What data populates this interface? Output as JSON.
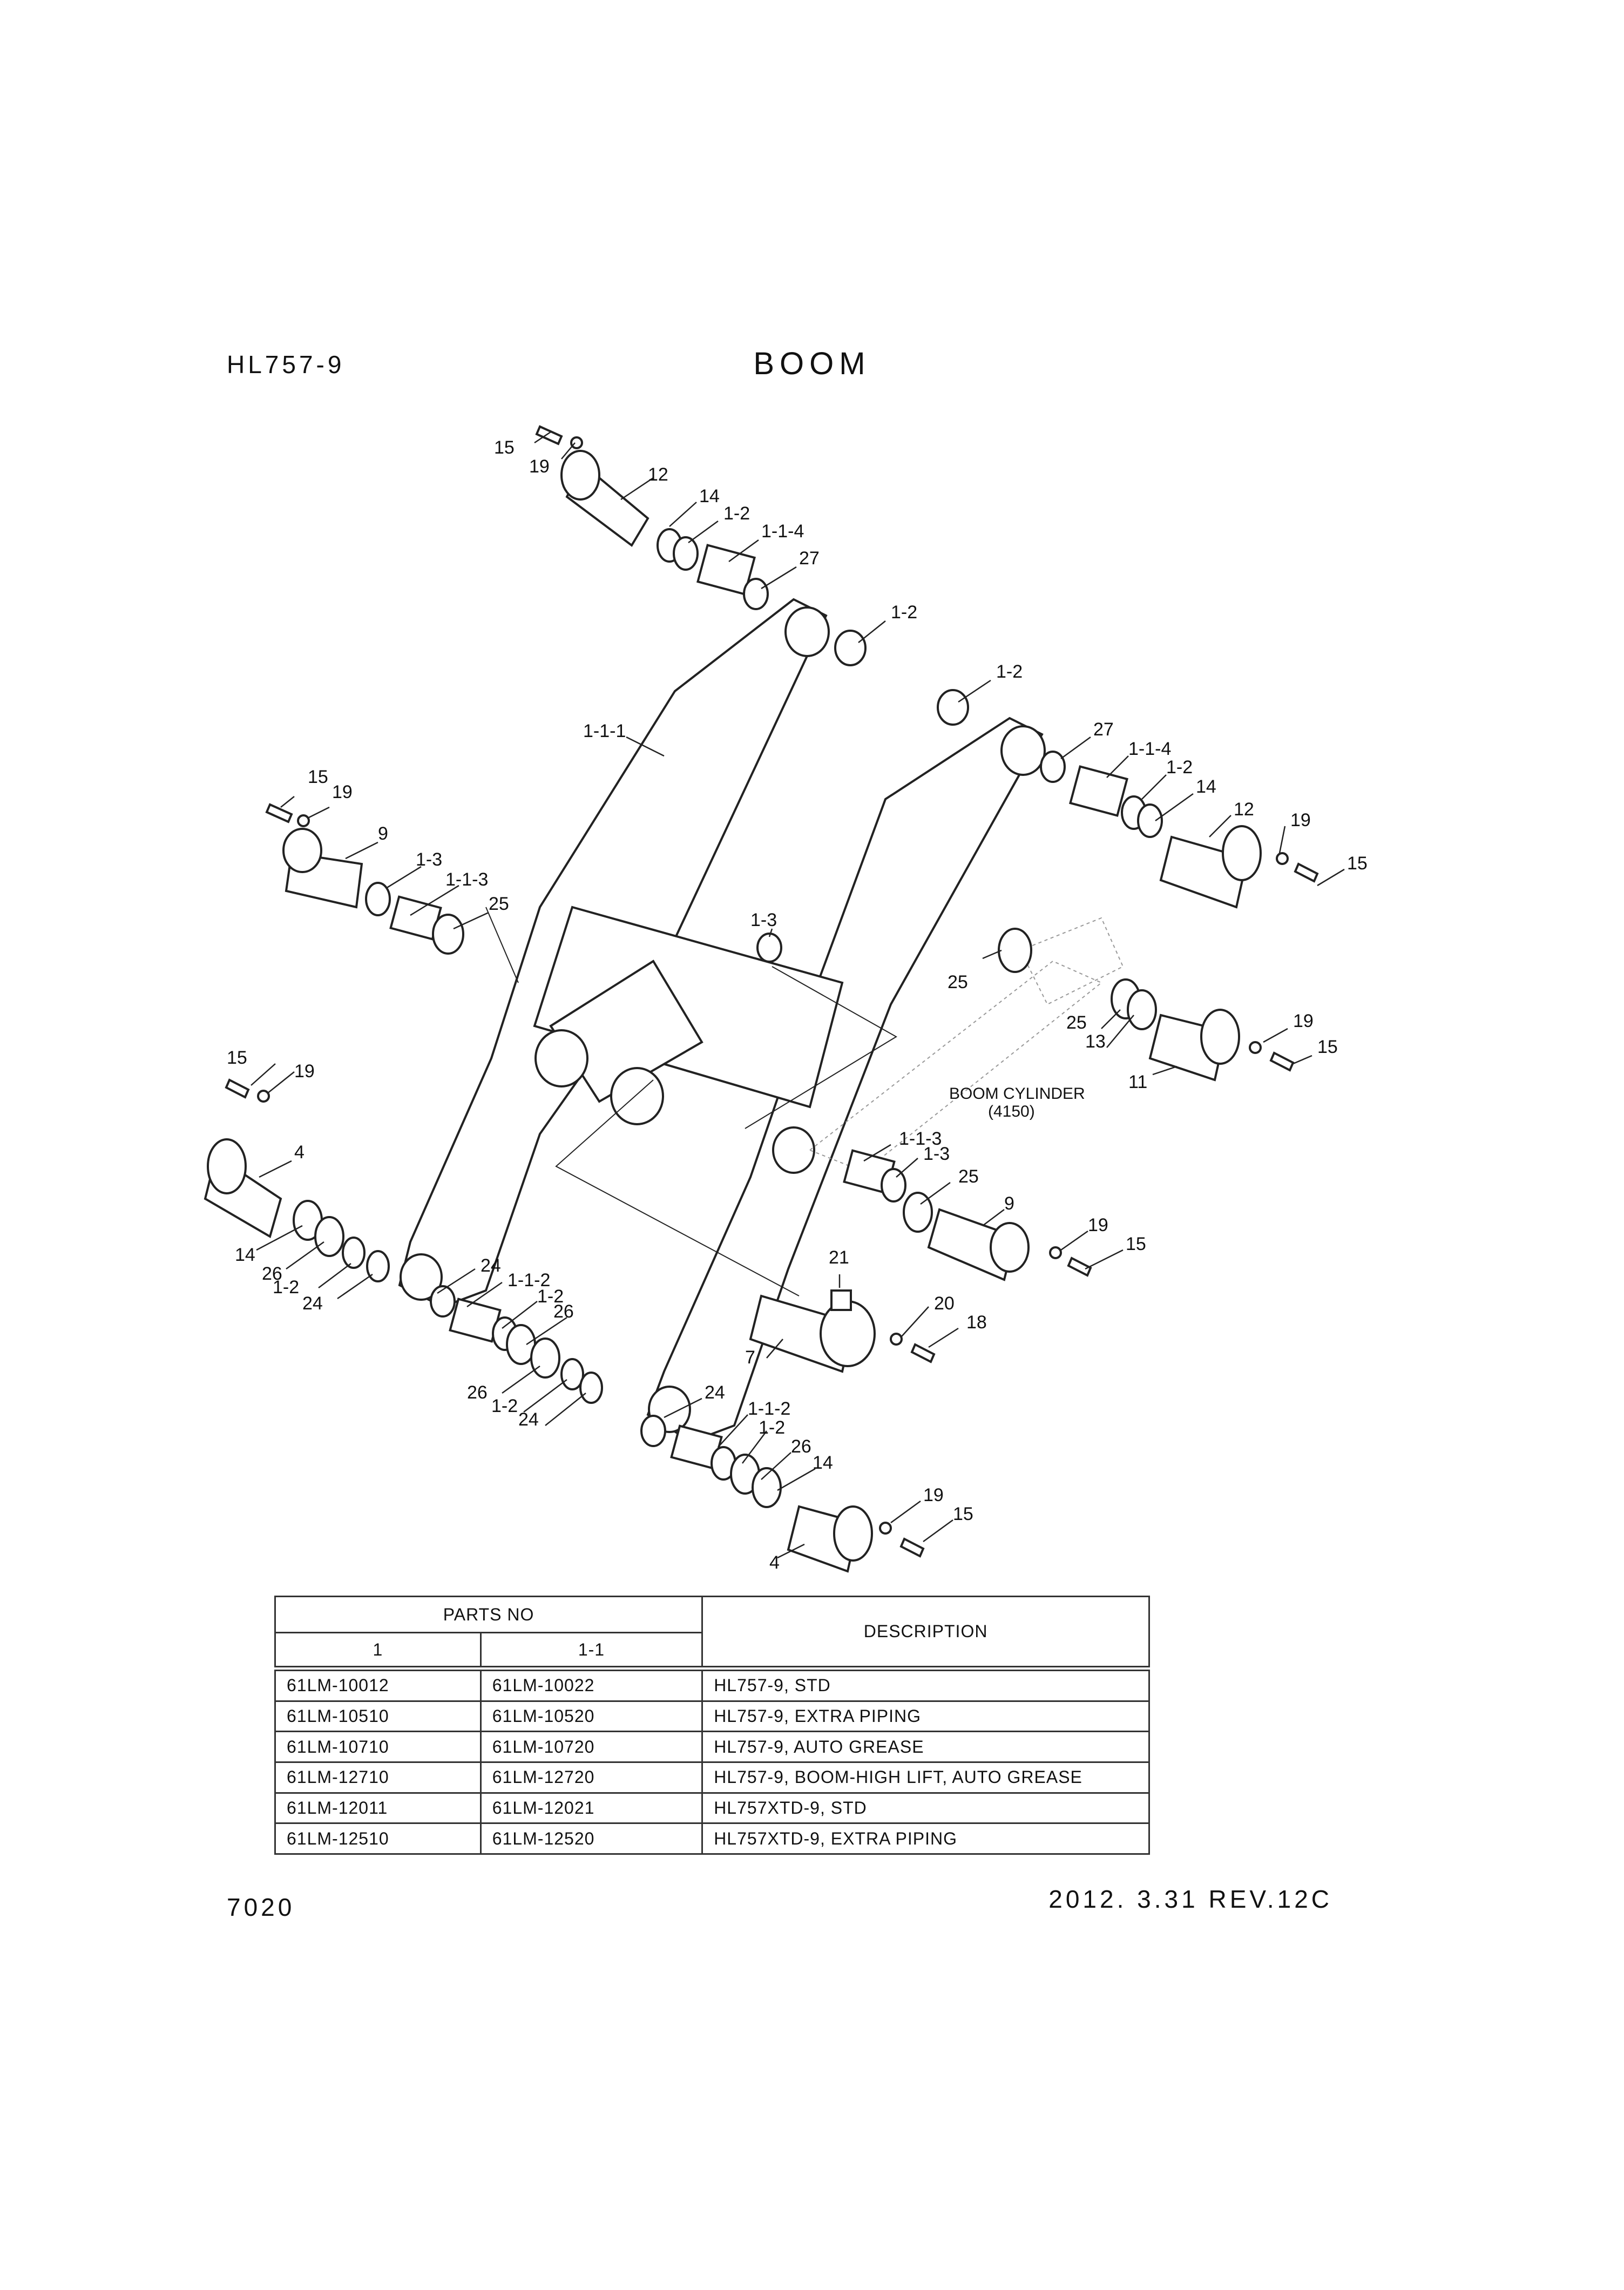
{
  "header": {
    "model": "HL757-9",
    "title": "BOOM"
  },
  "footer": {
    "page_number": "7020",
    "revision": "2012. 3.31 REV.12C"
  },
  "diagram": {
    "cylinder_label": "BOOM CYLINDER",
    "cylinder_ref": "(4150)",
    "callouts": [
      "15",
      "19",
      "12",
      "14",
      "1-2",
      "1-1-4",
      "27",
      "1-2",
      "1-2",
      "27",
      "1-1-4",
      "1-2",
      "14",
      "12",
      "19",
      "15",
      "1-1-1",
      "15",
      "19",
      "9",
      "1-3",
      "1-1-3",
      "25",
      "1-3",
      "25",
      "25",
      "13",
      "19",
      "15",
      "11",
      "15",
      "19",
      "4",
      "14",
      "26",
      "1-2",
      "24",
      "24",
      "1-1-2",
      "1-2",
      "26",
      "26",
      "1-2",
      "24",
      "1-1-3",
      "1-3",
      "25",
      "9",
      "19",
      "15",
      "21",
      "20",
      "18",
      "7",
      "24",
      "1-1-2",
      "1-2",
      "26",
      "14",
      "19",
      "15",
      "4"
    ]
  },
  "parts_table": {
    "group_header": "PARTS NO",
    "col1": "1",
    "col2": "1-1",
    "desc_header": "DESCRIPTION",
    "rows": [
      [
        "61LM-10012",
        "61LM-10022",
        "HL757-9, STD"
      ],
      [
        "61LM-10510",
        "61LM-10520",
        "HL757-9, EXTRA PIPING"
      ],
      [
        "61LM-10710",
        "61LM-10720",
        "HL757-9, AUTO GREASE"
      ],
      [
        "61LM-12710",
        "61LM-12720",
        "HL757-9, BOOM-HIGH LIFT, AUTO GREASE"
      ],
      [
        "61LM-12011",
        "61LM-12021",
        "HL757XTD-9, STD"
      ],
      [
        "61LM-12510",
        "61LM-12520",
        "HL757XTD-9, EXTRA PIPING"
      ]
    ]
  }
}
